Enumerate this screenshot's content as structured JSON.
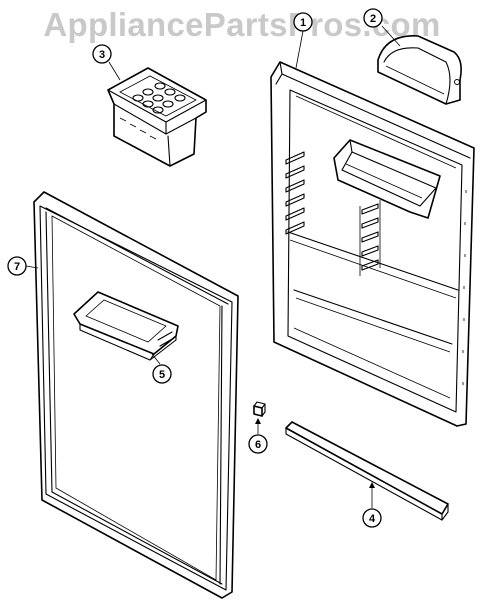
{
  "watermark": "AppliancePartsPros.com",
  "callouts": [
    {
      "id": "1",
      "label": "1"
    },
    {
      "id": "2",
      "label": "2"
    },
    {
      "id": "3",
      "label": "3"
    },
    {
      "id": "4",
      "label": "4"
    },
    {
      "id": "5",
      "label": "5"
    },
    {
      "id": "6",
      "label": "6"
    },
    {
      "id": "7",
      "label": "7"
    }
  ]
}
